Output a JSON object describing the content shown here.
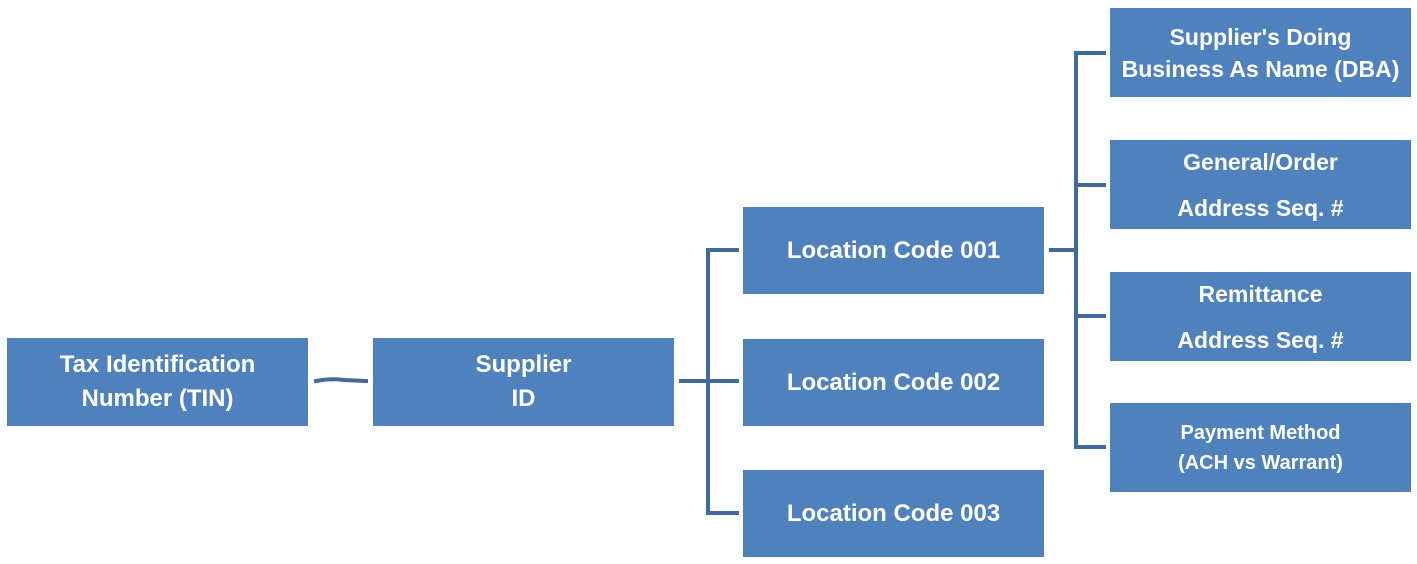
{
  "diagram": {
    "root": {
      "line1": "Tax Identification",
      "line2": "Number (TIN)"
    },
    "supplier": {
      "line1": "Supplier",
      "line2": "ID"
    },
    "locations": [
      {
        "label": "Location Code 001"
      },
      {
        "label": "Location Code 002"
      },
      {
        "label": "Location Code 003"
      }
    ],
    "details": [
      {
        "line1": "Supplier's Doing",
        "line2": "Business As Name (DBA)"
      },
      {
        "line1": "General/Order",
        "line2": "Address Seq. #"
      },
      {
        "line1": "Remittance",
        "line2": "Address Seq. #"
      },
      {
        "line1": "Payment Method",
        "line2": "(ACH vs Warrant)"
      }
    ],
    "colors": {
      "box_fill": "#4f81bd",
      "connector": "#41699b",
      "text": "#ffffff"
    }
  }
}
